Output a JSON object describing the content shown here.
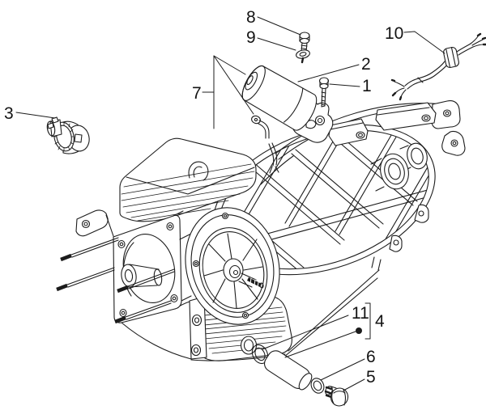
{
  "figure": {
    "kind": "exploded-parts-line-drawing",
    "background_color": "#ffffff",
    "ink_color": "#1c1c1c"
  },
  "callouts": {
    "1": "1",
    "2": "2",
    "3": "3",
    "4": "4",
    "5": "5",
    "6": "6",
    "7": "7",
    "8": "8",
    "9": "9",
    "10": "10",
    "11": "11"
  }
}
